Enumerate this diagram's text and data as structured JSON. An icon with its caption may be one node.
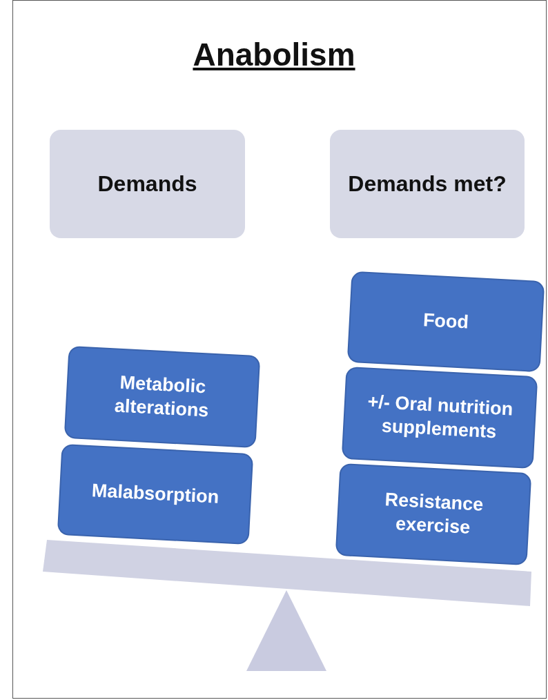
{
  "diagram": {
    "title": "Anabolism",
    "nodes": [
      {
        "text": [
          "Demands"
        ]
      },
      {
        "text": [
          "Demands met?"
        ]
      },
      {
        "text": [
          "Metabolic alterations"
        ]
      },
      {
        "text": [
          "Malabsorption"
        ]
      },
      {
        "text": [
          "Food"
        ]
      },
      {
        "text": [
          "+/- Oral nutrition supplements"
        ]
      },
      {
        "text": [
          "Resistance exercise"
        ]
      }
    ],
    "edges": []
  }
}
